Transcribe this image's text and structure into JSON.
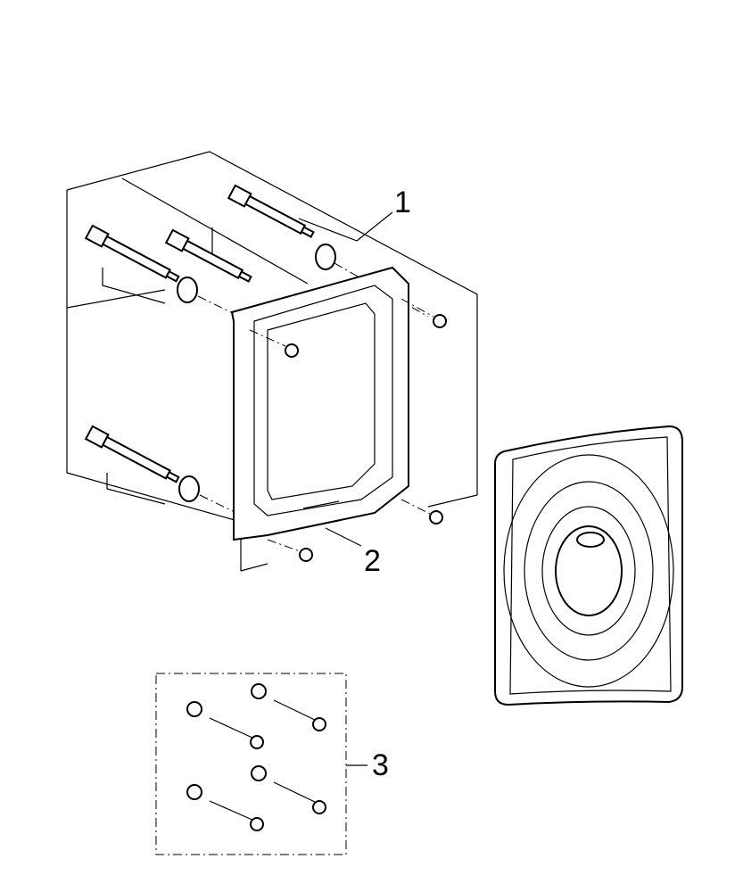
{
  "diagram": {
    "callouts": [
      {
        "label": "1",
        "part": "wall-anchor-set"
      },
      {
        "label": "2",
        "part": "mounting-frame"
      },
      {
        "label": "3",
        "part": "screw-set"
      }
    ]
  }
}
